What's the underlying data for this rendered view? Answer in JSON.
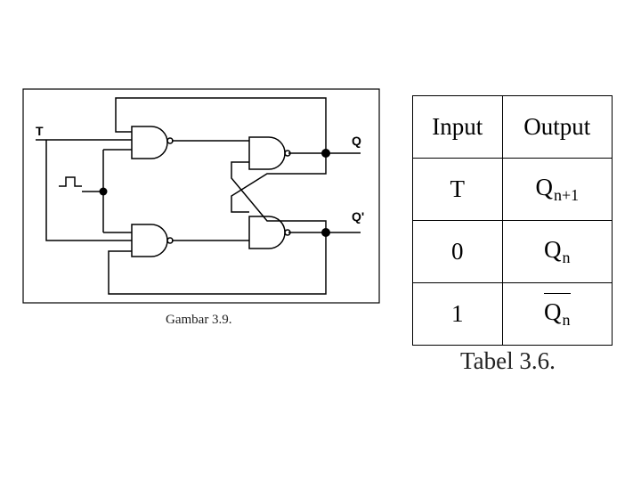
{
  "circuit": {
    "input_label": "T",
    "output_q_label": "Q",
    "output_qbar_label": "Q'",
    "caption": "Gambar 3.9."
  },
  "table": {
    "headers": [
      "Input",
      "Output"
    ],
    "rows": [
      {
        "input": "T",
        "output_base": "Q",
        "output_sub": "n+1",
        "overline": false
      },
      {
        "input": "0",
        "output_base": "Q",
        "output_sub": "n",
        "overline": false
      },
      {
        "input": "1",
        "output_base": "Q",
        "output_sub": "n",
        "overline": true
      }
    ],
    "caption": "Tabel 3.6."
  }
}
